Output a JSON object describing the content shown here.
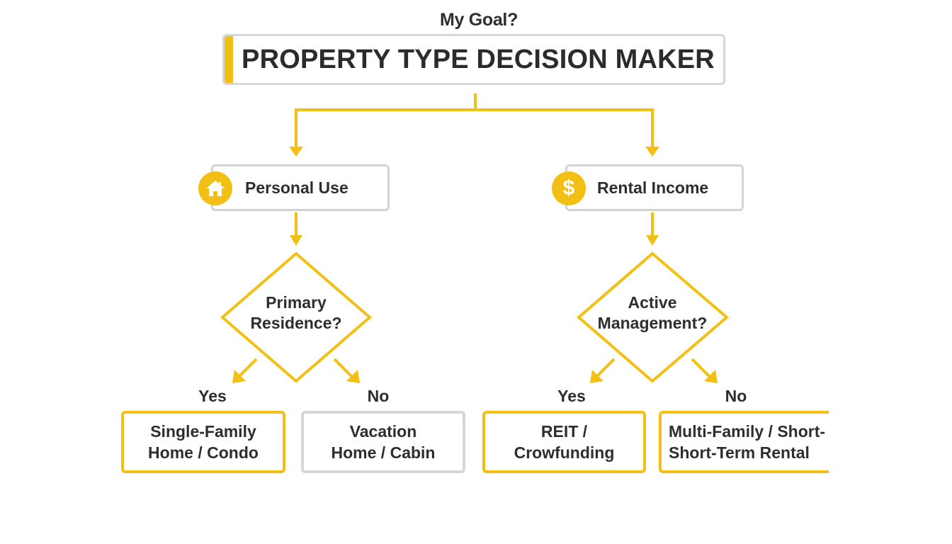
{
  "header": {
    "goal_label": "My Goal?",
    "title": "PROPERTY TYPE DECISION MAKER"
  },
  "colors": {
    "accent": "#f2c015",
    "border_gray": "#d6d6d6",
    "text": "#2b2b2b",
    "background": "#ffffff"
  },
  "branches": [
    {
      "category": "Personal Use",
      "icon": "house-icon",
      "question_line1": "Primary",
      "question_line2": "Residence?",
      "yes_label": "Yes",
      "no_label": "No",
      "yes_result_line1": "Single-Family",
      "yes_result_line2": "Home / Condo",
      "no_result_line1": "Vacation",
      "no_result_line2": "Home / Cabin"
    },
    {
      "category": "Rental Income",
      "icon": "dollar-icon",
      "icon_glyph": "$",
      "question_line1": "Active",
      "question_line2": "Management?",
      "yes_label": "Yes",
      "no_label": "No",
      "yes_result_line1": "REIT /",
      "yes_result_line2": "Crowfunding",
      "no_result_line1": "Multi-Family / Short-",
      "no_result_line2": "Short-Term Rental"
    }
  ]
}
